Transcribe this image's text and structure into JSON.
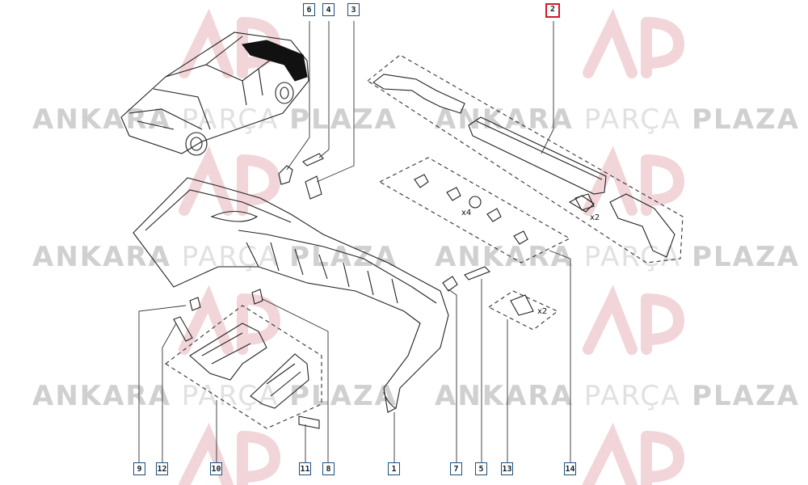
{
  "watermark": {
    "brand_a": "ANKARA",
    "brand_b": "PARÇA",
    "brand_c": "PLAZA"
  },
  "callouts": [
    {
      "id": "c6",
      "label": "6"
    },
    {
      "id": "c4",
      "label": "4"
    },
    {
      "id": "c3",
      "label": "3"
    },
    {
      "id": "c2",
      "label": "2",
      "highlight": true
    },
    {
      "id": "c9",
      "label": "9"
    },
    {
      "id": "c12",
      "label": "12"
    },
    {
      "id": "c10",
      "label": "10"
    },
    {
      "id": "c11",
      "label": "11"
    },
    {
      "id": "c8",
      "label": "8"
    },
    {
      "id": "c1",
      "label": "1"
    },
    {
      "id": "c7",
      "label": "7"
    },
    {
      "id": "c5",
      "label": "5"
    },
    {
      "id": "c13",
      "label": "13"
    },
    {
      "id": "c14",
      "label": "14"
    }
  ],
  "quantities": {
    "clips_x4": "x4",
    "bracket_x2": "x2",
    "clip13_x2": "x2"
  },
  "colors": {
    "highlight": "#d0192b",
    "callout_border": "#1a4f7a",
    "line": "#222222"
  }
}
